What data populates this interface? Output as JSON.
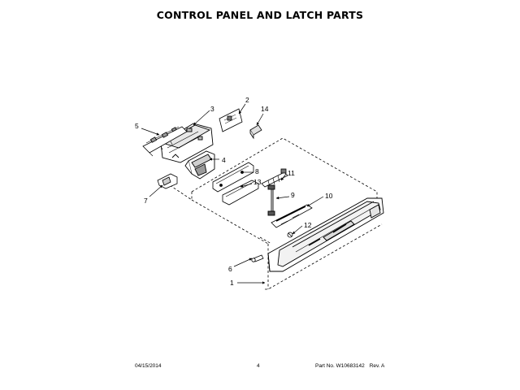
{
  "title": "CONTROL PANEL AND LATCH PARTS",
  "callouts": [
    "1",
    "2",
    "3",
    "4",
    "5",
    "6",
    "7",
    "8",
    "9",
    "10",
    "11",
    "12",
    "13",
    "14"
  ],
  "footer": {
    "date": "04/15/2014",
    "page": "4",
    "part_no": "Part No. W10683142",
    "rev": "Rev. A"
  }
}
